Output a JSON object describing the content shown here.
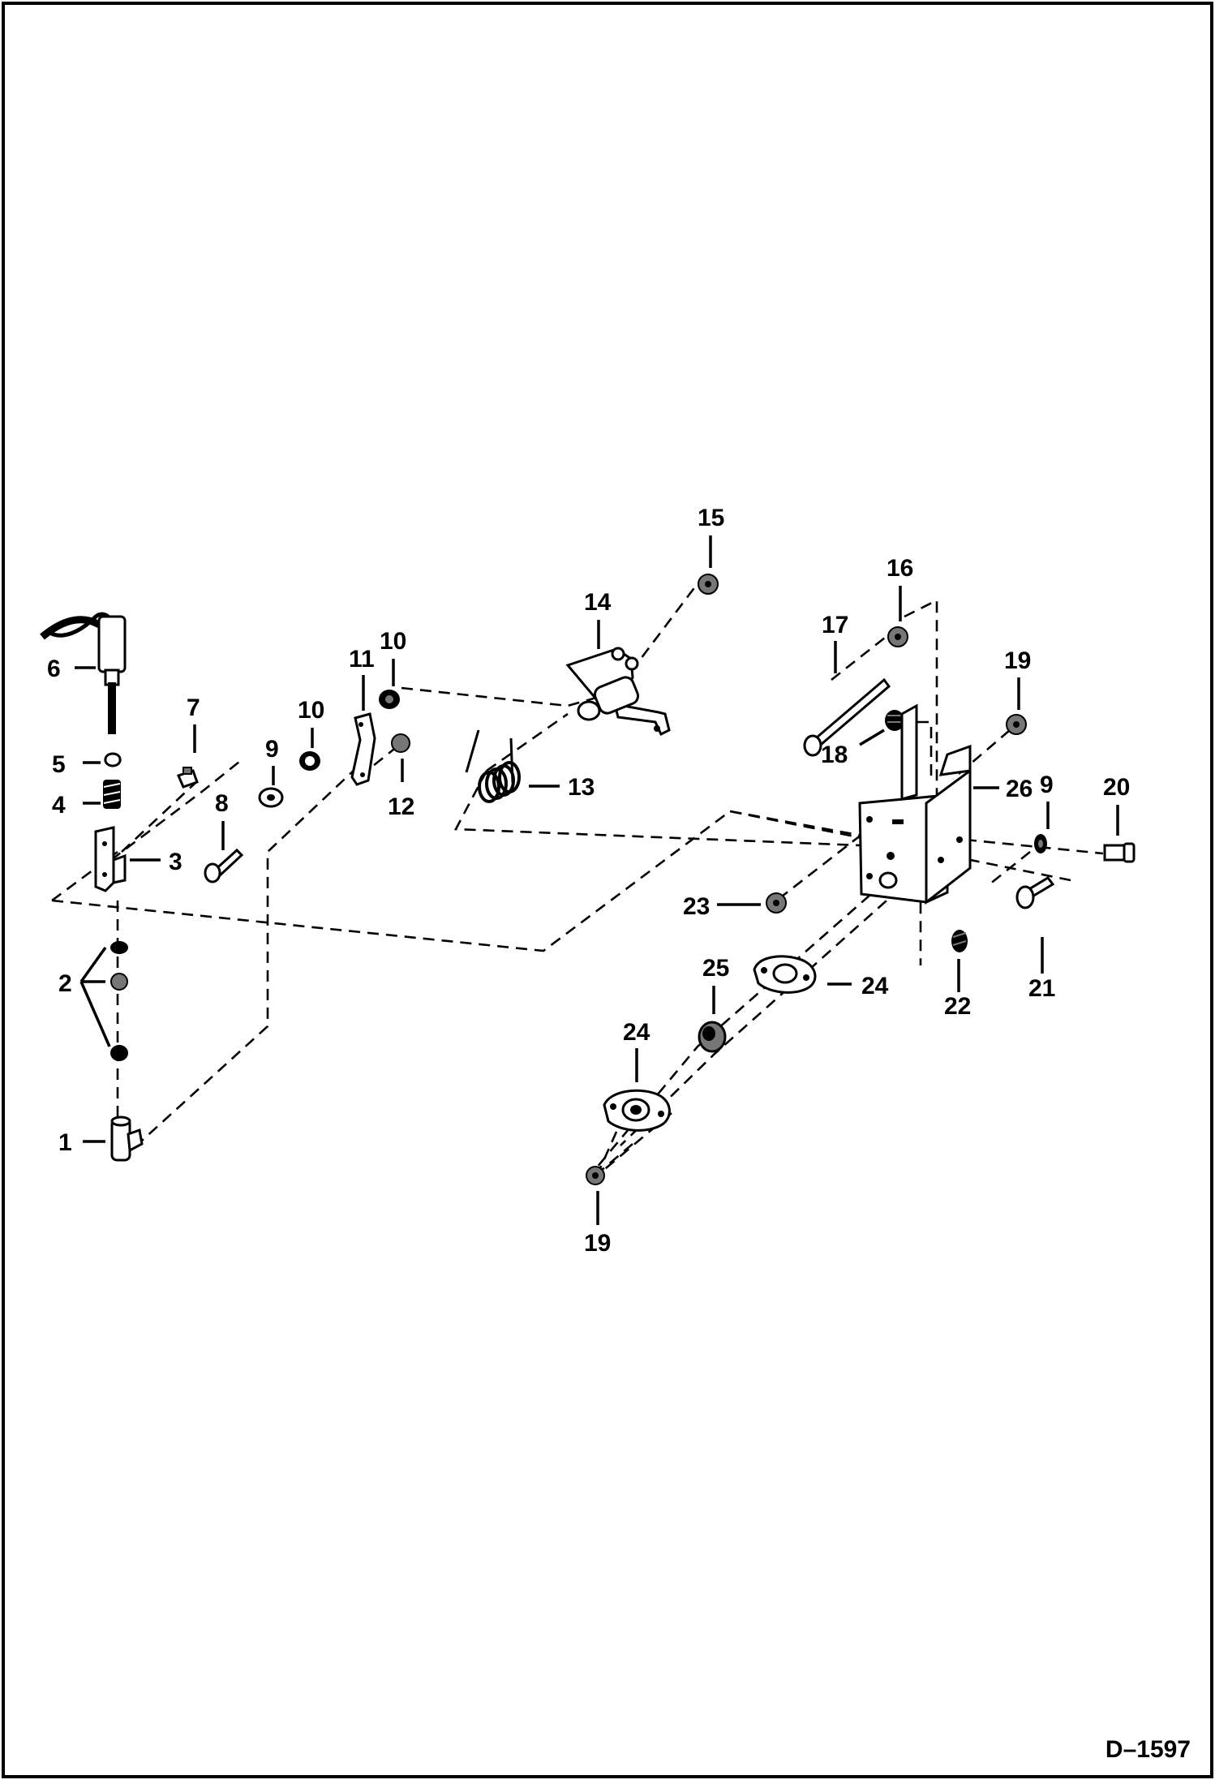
{
  "drawing": {
    "document_id": "D–1597"
  },
  "callouts": {
    "c1": "1",
    "c2": "2",
    "c3": "3",
    "c4": "4",
    "c5": "5",
    "c6": "6",
    "c7": "7",
    "c8": "8",
    "c9a": "9",
    "c9b": "9",
    "c10a": "10",
    "c10b": "10",
    "c11": "11",
    "c12": "12",
    "c13": "13",
    "c14": "14",
    "c15": "15",
    "c16": "16",
    "c17": "17",
    "c18": "18",
    "c19a": "19",
    "c19b": "19",
    "c20": "20",
    "c21": "21",
    "c22": "22",
    "c23": "23",
    "c24a": "24",
    "c24b": "24",
    "c25": "25",
    "c26": "26"
  }
}
